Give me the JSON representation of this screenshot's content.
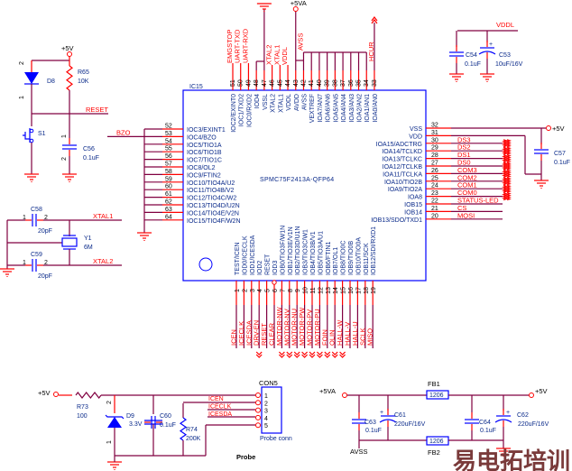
{
  "ic": {
    "ref": "IC15",
    "part": "SPMC75F2413A-QFP64",
    "top_pins": [
      {
        "num": "51",
        "name": "IOC2/EXINT0",
        "net": "EMGSTOP"
      },
      {
        "num": "50",
        "name": "IOC1/TXD2",
        "net": "UART-TXD"
      },
      {
        "num": "49",
        "name": "IOC0/RXD2",
        "net": "UART-RXD"
      },
      {
        "num": "48",
        "name": "IOD4",
        "net": ""
      },
      {
        "num": "47",
        "name": "VSSL",
        "net": ""
      },
      {
        "num": "46",
        "name": "XTAL2",
        "net": "XTAL2"
      },
      {
        "num": "45",
        "name": "XTAL1",
        "net": "XTAL1"
      },
      {
        "num": "44",
        "name": "VDDL",
        "net": "VDDL"
      },
      {
        "num": "43",
        "name": "AVDD",
        "net": ""
      },
      {
        "num": "42",
        "name": "AVSS",
        "net": "AVSS"
      },
      {
        "num": "41",
        "name": "VEXTREF",
        "net": ""
      },
      {
        "num": "40",
        "name": "IOA7/AN7",
        "net": ""
      },
      {
        "num": "39",
        "name": "IOA6/AN6",
        "net": ""
      },
      {
        "num": "38",
        "name": "IOA5/AN5",
        "net": ""
      },
      {
        "num": "37",
        "name": "IOA4/AN4",
        "net": ""
      },
      {
        "num": "36",
        "name": "IOA3/AN3",
        "net": ""
      },
      {
        "num": "35",
        "name": "IOA2/AN2",
        "net": ""
      },
      {
        "num": "34",
        "name": "IOA1/AN1",
        "net": ""
      },
      {
        "num": "33",
        "name": "IOA0/AN0",
        "net": "HCUR"
      }
    ],
    "left_pins": [
      {
        "num": "52",
        "name": "IOC3/EXINT1"
      },
      {
        "num": "53",
        "name": "IOC4/BZO"
      },
      {
        "num": "54",
        "name": "IOC5/TIO1A"
      },
      {
        "num": "55",
        "name": "IOC6/TIO1B"
      },
      {
        "num": "56",
        "name": "IOC7/TIO1C"
      },
      {
        "num": "57",
        "name": "IOC8/OL2"
      },
      {
        "num": "58",
        "name": "IOC9/FTIN2"
      },
      {
        "num": "59",
        "name": "IOC10/TIO4A/U2"
      },
      {
        "num": "60",
        "name": "IOC11/TIO4B/V2"
      },
      {
        "num": "61",
        "name": "IOC12/TIO4C/W2"
      },
      {
        "num": "62",
        "name": "IOC13/TIO4D/U2N"
      },
      {
        "num": "63",
        "name": "IOC14/TIO4E/V2N"
      },
      {
        "num": "64",
        "name": "IOC15/TIO4F/W2N"
      }
    ],
    "right_pins": [
      {
        "num": "32",
        "name": "VSS",
        "net": ""
      },
      {
        "num": "31",
        "name": "VDD",
        "net": ""
      },
      {
        "num": "30",
        "name": "IOA15/ADCTRG",
        "net": "DS3"
      },
      {
        "num": "29",
        "name": "IOA14/TCLKD",
        "net": "DS2"
      },
      {
        "num": "28",
        "name": "IOA13/TCLKC",
        "net": "DS1"
      },
      {
        "num": "27",
        "name": "IOA12/TCLKB",
        "net": "DS0"
      },
      {
        "num": "26",
        "name": "IOA11/TCLKA",
        "net": "COM3"
      },
      {
        "num": "25",
        "name": "IOA10/TIO2B",
        "net": "COM2"
      },
      {
        "num": "24",
        "name": "IOA9/TIO2A",
        "net": "COM1"
      },
      {
        "num": "23",
        "name": "IOA8",
        "net": "COM0"
      },
      {
        "num": "22",
        "name": "IOB15",
        "net": "STATUS-LED"
      },
      {
        "num": "21",
        "name": "IOB14",
        "net": "CS"
      },
      {
        "num": "20",
        "name": "IOB13/SDO/TXD1",
        "net": "MOSI"
      }
    ],
    "bottom_pins": [
      {
        "num": "1",
        "name": "TEST/ICEN",
        "net": "ICEN"
      },
      {
        "num": "2",
        "name": "IOD0/ICECLK",
        "net": "ICECLK"
      },
      {
        "num": "3",
        "name": "IOD1/ICESDA",
        "net": "ICESDA"
      },
      {
        "num": "4",
        "name": "IOD2",
        "net": "DRV-EN"
      },
      {
        "num": "5",
        "name": "RESET",
        "net": "RESET"
      },
      {
        "num": "6",
        "name": "IOD3",
        "net": "CLEAR"
      },
      {
        "num": "7",
        "name": "IOB0/TIO3F/W1N",
        "net": "MOTOR-NW"
      },
      {
        "num": "8",
        "name": "IOB1/TIO3E/V1N",
        "net": "MOTOR-NV"
      },
      {
        "num": "9",
        "name": "IOB2/TIO3D/U1N",
        "net": "MOTOR-NU"
      },
      {
        "num": "10",
        "name": "IOB3/TIO3C/W1",
        "net": "MOTOR-PW"
      },
      {
        "num": "11",
        "name": "IOB4/TIO3B/V1",
        "net": "MOTOR-PV"
      },
      {
        "num": "12",
        "name": "IOB5/TIO3A/U1",
        "net": "MOTOR-PU"
      },
      {
        "num": "13",
        "name": "IOB6/FTIN1",
        "net": "FOIN"
      },
      {
        "num": "14",
        "name": "IOB7/OL1",
        "net": "OLIN"
      },
      {
        "num": "15",
        "name": "IOB8/TIO0C",
        "net": "HALL-W"
      },
      {
        "num": "16",
        "name": "IOB9/TIO0B",
        "net": "HALL-V"
      },
      {
        "num": "17",
        "name": "IOB10/TIO0A",
        "net": "HALL-U"
      },
      {
        "num": "18",
        "name": "IOB11/SCK",
        "net": "SCLK"
      },
      {
        "num": "19",
        "name": "IOB12/SDI/RXD1",
        "net": "MISO"
      }
    ]
  },
  "top": {
    "vsa_label": "+5VA"
  },
  "bzo_net": "BZO",
  "reset_circuit": {
    "vcc": "+5V",
    "d_ref": "D8",
    "d_pin2": "2",
    "d_pin1": "1",
    "r_ref": "R65",
    "r_val": "10K",
    "net": "RESET",
    "sw_ref": "S1",
    "c_ref": "C56",
    "c_val": "0.1uF",
    "c_pin1": "1",
    "c_pin2": "2"
  },
  "crystal": {
    "c1_ref": "C58",
    "c1_val": "20pF",
    "c2_ref": "C59",
    "c2_val": "20pF",
    "pin1": "1",
    "pin2": "2",
    "y_ref": "Y1",
    "y_val": "6M",
    "net1": "XTAL1",
    "net2": "XTAL2"
  },
  "vddl": {
    "net": "VDDL",
    "c1_ref": "C54",
    "c1_val": "0.1uF",
    "c2_ref": "C53",
    "c2_val": "10uF/16V",
    "plus": "+"
  },
  "vdd_decoupling": {
    "vcc": "+5V",
    "c_ref": "C57",
    "c_val": "0.1uF"
  },
  "probe": {
    "title": "Probe",
    "vcc": "+5V",
    "r1_ref": "R73",
    "r1_val": "100",
    "d_ref": "D9",
    "d_val": "3.3V",
    "d_pin2": "2",
    "d_pin1": "1",
    "c_ref": "C60",
    "c_val": "0.1uF",
    "r2_ref": "R74",
    "r2_val": "200K",
    "nets": [
      "ICEN",
      "ICECLK",
      "ICESDA"
    ],
    "con_ref": "CON5",
    "con_desc": "Probe conn",
    "con_pins": [
      "1",
      "2",
      "3",
      "4",
      "5"
    ]
  },
  "power": {
    "vin": "+5VA",
    "vout": "+5V",
    "fb1_ref": "FB1",
    "fb1_val": "1206",
    "fb2_ref": "FB2",
    "fb2_val": "1206",
    "gnd_label": "AVSS",
    "plus": "+",
    "c63_ref": "C63",
    "c63_val": "0.1uF",
    "c61_ref": "C61",
    "c61_val": "220uF/16V",
    "c64_ref": "C64",
    "c64_val": "0.1uF",
    "c62_ref": "C62",
    "c62_val": "220uF/16V"
  },
  "watermark": {
    "text": "易电拓培训"
  },
  "colors": {
    "wire": "#800040",
    "pin": "#ff0000",
    "symbol": "#0000ff",
    "pin_text": "#0a2a8a"
  }
}
